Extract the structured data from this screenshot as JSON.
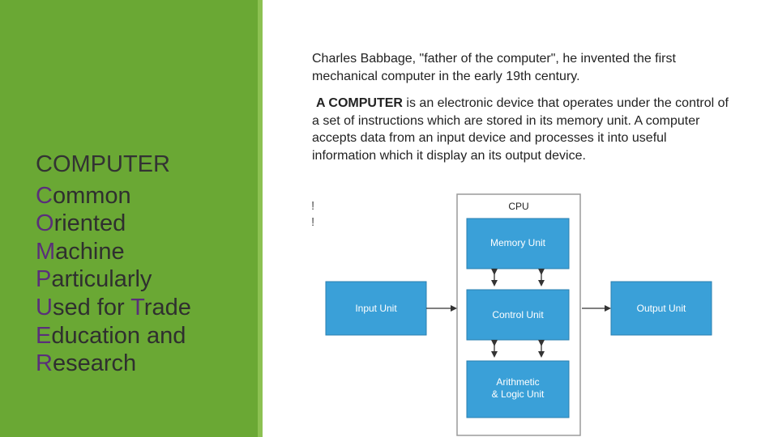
{
  "left": {
    "heading": "COMPUTER",
    "acronym_lines": [
      {
        "initial": "C",
        "rest": "ommon"
      },
      {
        "initial": "O",
        "rest": "riented"
      },
      {
        "initial": "M",
        "rest": "achine"
      },
      {
        "initial": "P",
        "rest": "articularly"
      },
      {
        "initial": "U",
        "rest": "sed for ",
        "initial2": "T",
        "rest2": "rade"
      },
      {
        "initial": "E",
        "rest": "ducation and"
      },
      {
        "initial": "R",
        "rest": "esearch"
      }
    ]
  },
  "right": {
    "para1": "Charles Babbage, \"father of the computer\", he invented the first mechanical computer in the early 19th century.",
    "para2_bold": "A COMPUTER",
    "para2_rest": " is an electronic device that operates under the control of a set of instructions which are stored in its memory unit. A computer accepts data from an input device and processes it into useful information which it display an its output device.",
    "stray1": "!",
    "stray2": "!"
  },
  "diagram": {
    "cpu_label": "CPU",
    "memory_unit": "Memory Unit",
    "control_unit": "Control Unit",
    "alu_line1": "Arithmetic",
    "alu_line2": "& Logic Unit",
    "input_unit": "Input Unit",
    "output_unit": "Output Unit"
  },
  "colors": {
    "panel_green": "#6aa834",
    "accent_green": "#8cc152",
    "box_blue": "#3aa0d8",
    "highlight_purple": "#5a2f7a"
  }
}
